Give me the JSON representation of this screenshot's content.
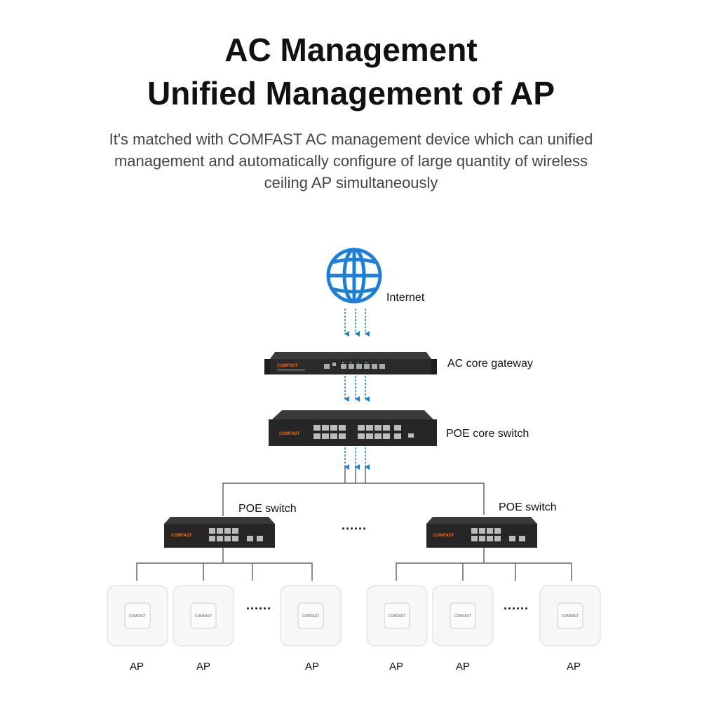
{
  "heading": {
    "line1": "AC Management",
    "line2": "Unified Management of AP",
    "description": "It's matched with COMFAST AC management device which can unified management and automatically configure of large quantity of wireless ceiling AP simultaneously"
  },
  "nodes": {
    "internet": "Internet",
    "gateway": "AC core gateway",
    "core_switch": "POE core switch",
    "poe_switch_left": "POE switch",
    "poe_switch_right": "POE switch",
    "ellipsis": "······"
  },
  "devices": {
    "brand": "COMFAST"
  },
  "access_points": [
    "AP",
    "AP",
    "AP",
    "AP",
    "AP",
    "AP"
  ],
  "colors": {
    "globe": "#1e7fd6",
    "arrows": "#1e7fd6",
    "device_body": "#2a2a2a",
    "brand_accent": "#ff6a00",
    "lines": "#666666"
  }
}
